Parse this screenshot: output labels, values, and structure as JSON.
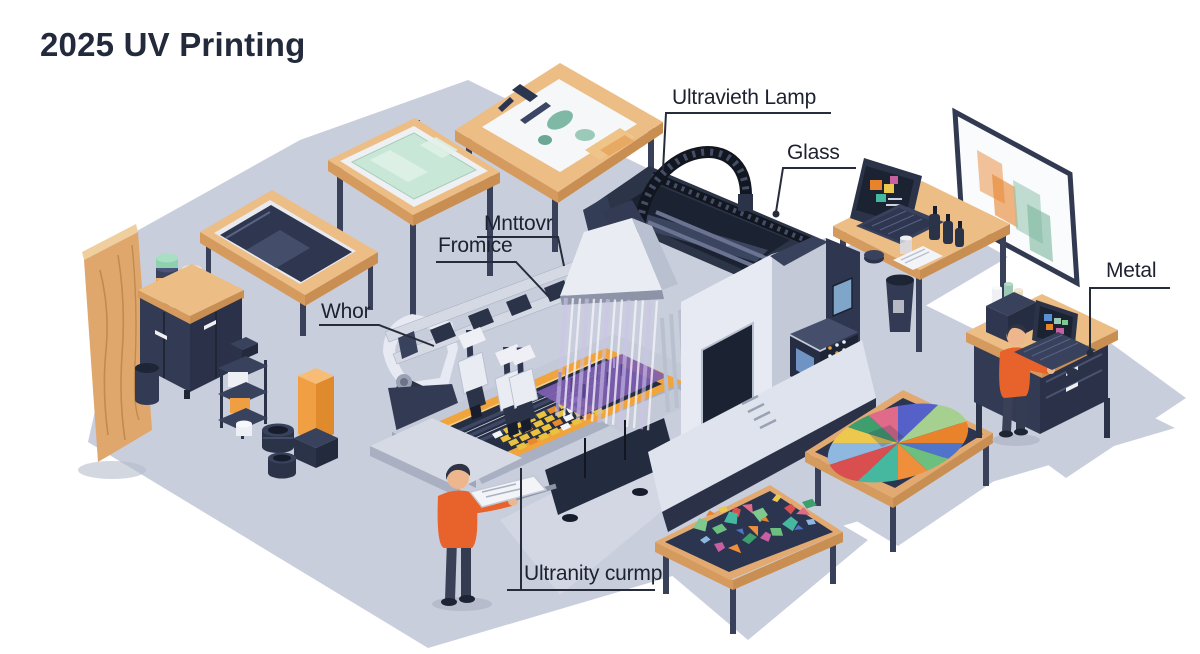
{
  "title": "2025 UV Printing",
  "labels": {
    "uv_lamp": "Ultravieth Lamp",
    "glass": "Glass",
    "carriage": "Mnttovr",
    "frame": "Fromice",
    "head": "Whor",
    "metal": "Metal",
    "control": "Ultranity curmp"
  },
  "colors": {
    "floor": "#c9cedc",
    "machine_dark": "#2c3447",
    "machine_light": "#e7eaf2",
    "bed_orange": "#f0a43c",
    "shirt_orange": "#e8622c",
    "uv_purple": "#7e5fb1",
    "wood_top": "#ecbd85",
    "glass_mint": "#c9e7d6",
    "line": "#262c3a"
  },
  "palette": {
    "mosaic": [
      "#4f74c9",
      "#6cbf7e",
      "#ef8f3c",
      "#47b8a0",
      "#d94f4f",
      "#8fb8e0",
      "#ecc84f",
      "#3f9e6e",
      "#e06a8a",
      "#5561c9",
      "#a5d08f",
      "#e8832c"
    ],
    "pieces": [
      "#e8832c",
      "#ecc84f",
      "#d94f4f",
      "#e06a8a",
      "#6cbf7e",
      "#47b8a0",
      "#4f74c9",
      "#8fb8e0",
      "#c75fa0",
      "#ef8f3c",
      "#3f9e6e",
      "#7fc98f"
    ]
  }
}
